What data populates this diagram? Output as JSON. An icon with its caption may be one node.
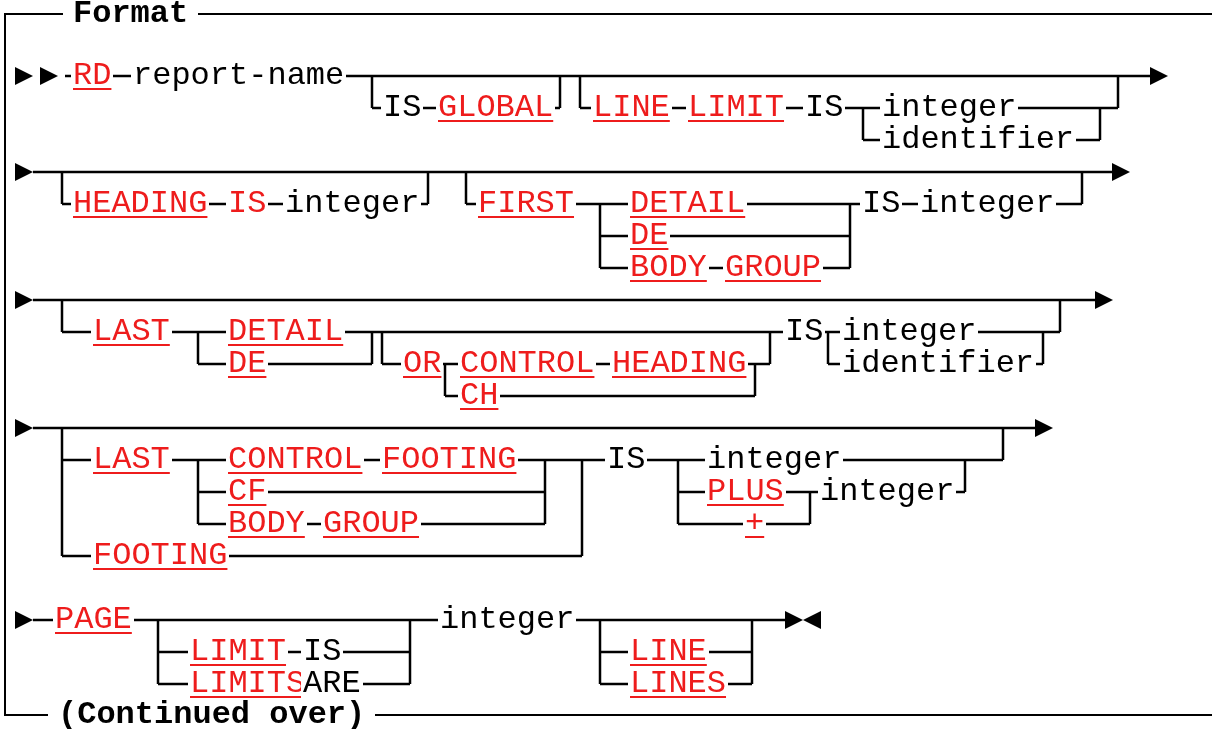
{
  "diagram": {
    "title": "Format",
    "caption": "(Continued over)",
    "labels": [
      "RD",
      "report-name",
      "IS",
      "GLOBAL",
      "LINE",
      "LIMIT",
      "IS",
      "integer",
      "identifier",
      "HEADING",
      "IS",
      "integer",
      "FIRST",
      "DETAIL",
      "DE",
      "BODY",
      "GROUP",
      "IS",
      "integer",
      "LAST",
      "DETAIL",
      "DE",
      "OR",
      "CONTROL",
      "HEADING",
      "CH",
      "IS",
      "integer",
      "identifier",
      "LAST",
      "CONTROL",
      "FOOTING",
      "CF",
      "BODY",
      "GROUP",
      "FOOTING",
      "IS",
      "integer",
      "PLUS",
      "+",
      "integer",
      "PAGE",
      "LIMIT",
      "IS",
      "LIMITS",
      "ARE",
      "integer",
      "LINE",
      "LINES"
    ]
  }
}
